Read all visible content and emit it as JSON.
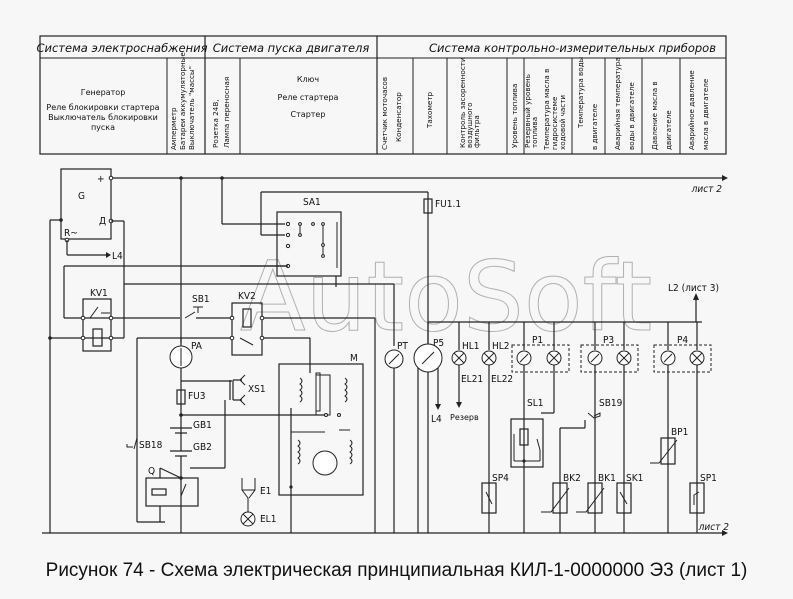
{
  "header_table": {
    "groups": [
      {
        "title": "Система электроснабжения"
      },
      {
        "title": "Система пуска двигателя"
      },
      {
        "title": "Система контрольно-измерительных приборов"
      }
    ],
    "cells": [
      {
        "lines": [
          "Генератор",
          "Реле блокировки стартера",
          "Выключатель блокировки",
          "пуска"
        ],
        "orientation": "horizontal"
      },
      {
        "lines": [
          "Амперметр",
          "Батареи аккумуляторные",
          "Выключатель \"массы\""
        ],
        "orientation": "vertical"
      },
      {
        "lines": [
          "Розетка 24В,",
          "Лампа переносная"
        ],
        "orientation": "vertical"
      },
      {
        "lines": [
          "Ключ",
          "Реле стартера",
          "Стартер"
        ],
        "orientation": "horizontal"
      },
      {
        "lines": [
          "Счетчик моточасов",
          "Конденсатор"
        ],
        "orientation": "vertical"
      },
      {
        "lines": [
          "Тахометр"
        ],
        "orientation": "vertical"
      },
      {
        "lines": [
          "Контроль засоренности",
          "воздушного",
          "фильтра"
        ],
        "orientation": "vertical"
      },
      {
        "lines": [
          "Уровень топлива"
        ],
        "orientation": "vertical"
      },
      {
        "lines": [
          "Резервный уровень",
          "топлива"
        ],
        "orientation": "vertical"
      },
      {
        "lines": [
          "Температура масла в",
          "гидросистеме",
          "ходовой части"
        ],
        "orientation": "vertical"
      },
      {
        "lines": [
          "Температура воды",
          "в двигателе"
        ],
        "orientation": "vertical"
      },
      {
        "lines": [
          "Аварийная температура",
          "воды в двигателе"
        ],
        "orientation": "vertical"
      },
      {
        "lines": [
          "Давление масла в",
          "двигателе"
        ],
        "orientation": "vertical"
      },
      {
        "lines": [
          "Аварийное давление",
          "масла в двигателе"
        ],
        "orientation": "vertical"
      }
    ]
  },
  "components": {
    "G": "G",
    "G_plus": "+",
    "G_D": "Д",
    "G_R": "R~",
    "L4_left": "L4",
    "KV1": "KV1",
    "KV2": "KV2",
    "SB1": "SB1",
    "SA1": "SA1",
    "FU1_1": "FU1.1",
    "PA": "PA",
    "FU3": "FU3",
    "XS1": "XS1",
    "GB1": "GB1",
    "GB2": "GB2",
    "SB18": "SB18",
    "Q": "Q",
    "E1": "E1",
    "EL1": "EL1",
    "M": "M",
    "PT": "PT",
    "P5": "P5",
    "HL1": "HL1",
    "HL2": "HL2",
    "EL21": "EL21",
    "EL22": "EL22",
    "L4_p5": "L4",
    "reserve": "Резерв",
    "P1": "P1",
    "P3": "P3",
    "P4": "P4",
    "SL1": "SL1",
    "SB19": "SB19",
    "SP4": "SP4",
    "BK2": "BK2",
    "BK1": "BK1",
    "SK1": "SK1",
    "BP1": "BP1",
    "SP1": "SP1"
  },
  "references": {
    "top_right": "лист 2",
    "bottom_right": "лист 2",
    "l2": "L2 (лист 3)"
  },
  "watermark": "AutoSoft",
  "caption": "Рисунок 74 - Схема электрическая принципиальная КИЛ-1-0000000 Э3 (лист 1)"
}
